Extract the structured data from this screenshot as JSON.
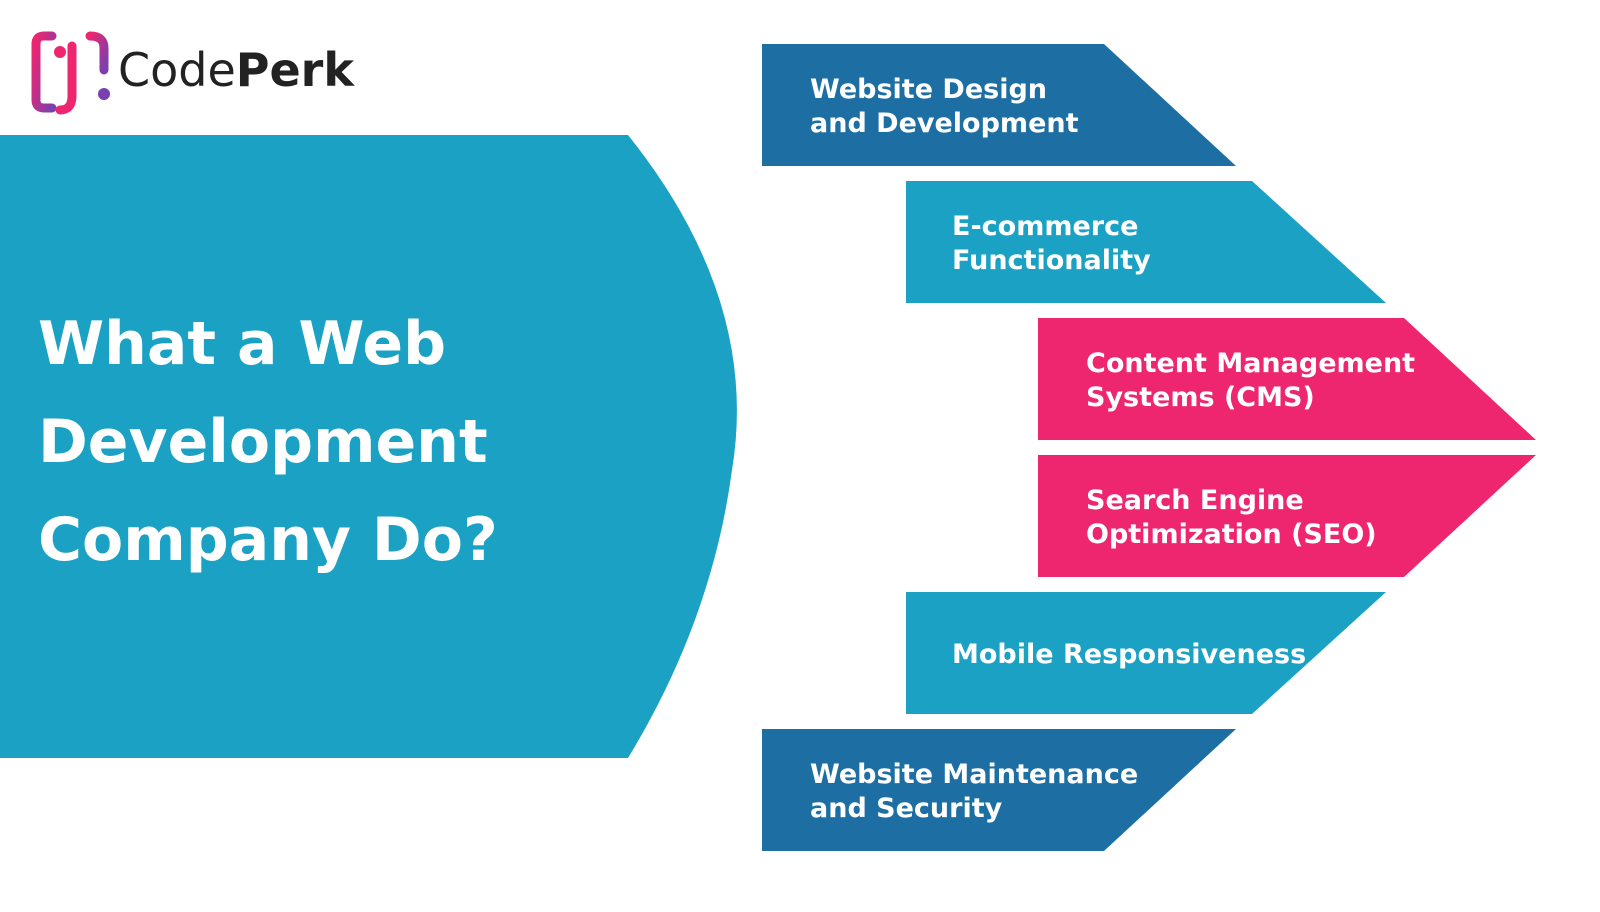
{
  "logo": {
    "text_light": "Code",
    "text_bold": "Perk"
  },
  "headline": {
    "lines": [
      "What a Web",
      "Development",
      "Company Do?"
    ]
  },
  "services": [
    {
      "lines": [
        "Website Design",
        "and Development"
      ],
      "color": "#1d6fa3"
    },
    {
      "lines": [
        "E-commerce",
        "Functionality"
      ],
      "color": "#1aa1c4"
    },
    {
      "lines": [
        "Content Management",
        "Systems (CMS)"
      ],
      "color": "#ee2670"
    },
    {
      "lines": [
        "Search Engine",
        "Optimization (SEO)"
      ],
      "color": "#ee2670"
    },
    {
      "lines": [
        "Mobile Responsiveness"
      ],
      "color": "#1aa1c4"
    },
    {
      "lines": [
        "Website Maintenance",
        "and Security"
      ],
      "color": "#1d6fa3"
    }
  ],
  "colors": {
    "headline_panel": "#1aa1c4",
    "logo_text": "#222222",
    "logo_pink": "#ee2670",
    "logo_purple": "#7a3fb0"
  }
}
